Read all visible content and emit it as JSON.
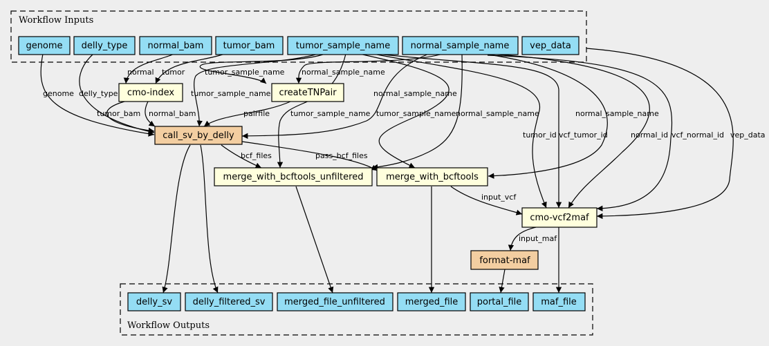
{
  "clusters": {
    "inputs": {
      "label": "Workflow Inputs"
    },
    "outputs": {
      "label": "Workflow Outputs"
    }
  },
  "colors": {
    "io": "#94ddf4",
    "step": "#ffffdd",
    "subworkflow": "#f3cea1"
  },
  "nodes": {
    "genome": {
      "label": "genome"
    },
    "delly_type": {
      "label": "delly_type"
    },
    "normal_bam": {
      "label": "normal_bam"
    },
    "tumor_bam": {
      "label": "tumor_bam"
    },
    "tumor_sample_name": {
      "label": "tumor_sample_name"
    },
    "normal_sample_name": {
      "label": "normal_sample_name"
    },
    "vep_data": {
      "label": "vep_data"
    },
    "cmo_index": {
      "label": "cmo-index"
    },
    "createTNPair": {
      "label": "createTNPair"
    },
    "call_sv_by_delly": {
      "label": "call_sv_by_delly"
    },
    "merge_unfiltered": {
      "label": "merge_with_bcftools_unfiltered"
    },
    "merge_with_bcftools": {
      "label": "merge_with_bcftools"
    },
    "cmo_vcf2maf": {
      "label": "cmo-vcf2maf"
    },
    "format_maf": {
      "label": "format-maf"
    },
    "delly_sv": {
      "label": "delly_sv"
    },
    "delly_filtered_sv": {
      "label": "delly_filtered_sv"
    },
    "merged_file_unfiltered": {
      "label": "merged_file_unfiltered"
    },
    "merged_file": {
      "label": "merged_file"
    },
    "portal_file": {
      "label": "portal_file"
    },
    "maf_file": {
      "label": "maf_file"
    }
  },
  "edge_labels": {
    "normal": "normal",
    "tumor": "tumor",
    "genome": "genome",
    "delly_type": "delly_type",
    "tumor_bam": "tumor_bam",
    "normal_bam": "normal_bam",
    "tumor_sample_name_tn": "tumor_sample_name",
    "normal_sample_name_tn": "normal_sample_name",
    "tumor_sample_name_delly": "tumor_sample_name",
    "normal_sample_name_delly": "normal_sample_name",
    "tumor_sample_name_unf": "tumor_sample_name",
    "tumor_sample_name_merge": "tumor_sample_name",
    "normal_sample_name_merge": "normal_sample_name",
    "normal_sample_name_merge2": "normal_sample_name",
    "pairfile": "pairfile",
    "bcf_files": "bcf_files",
    "pass_bcf_files": "pass_bcf_files",
    "tumor_id": "tumor_id",
    "vcf_tumor_id": "vcf_tumor_id",
    "normal_id": "normal_id",
    "vcf_normal_id": "vcf_normal_id",
    "vep_data": "vep_data",
    "input_vcf": "input_vcf",
    "input_maf": "input_maf"
  }
}
